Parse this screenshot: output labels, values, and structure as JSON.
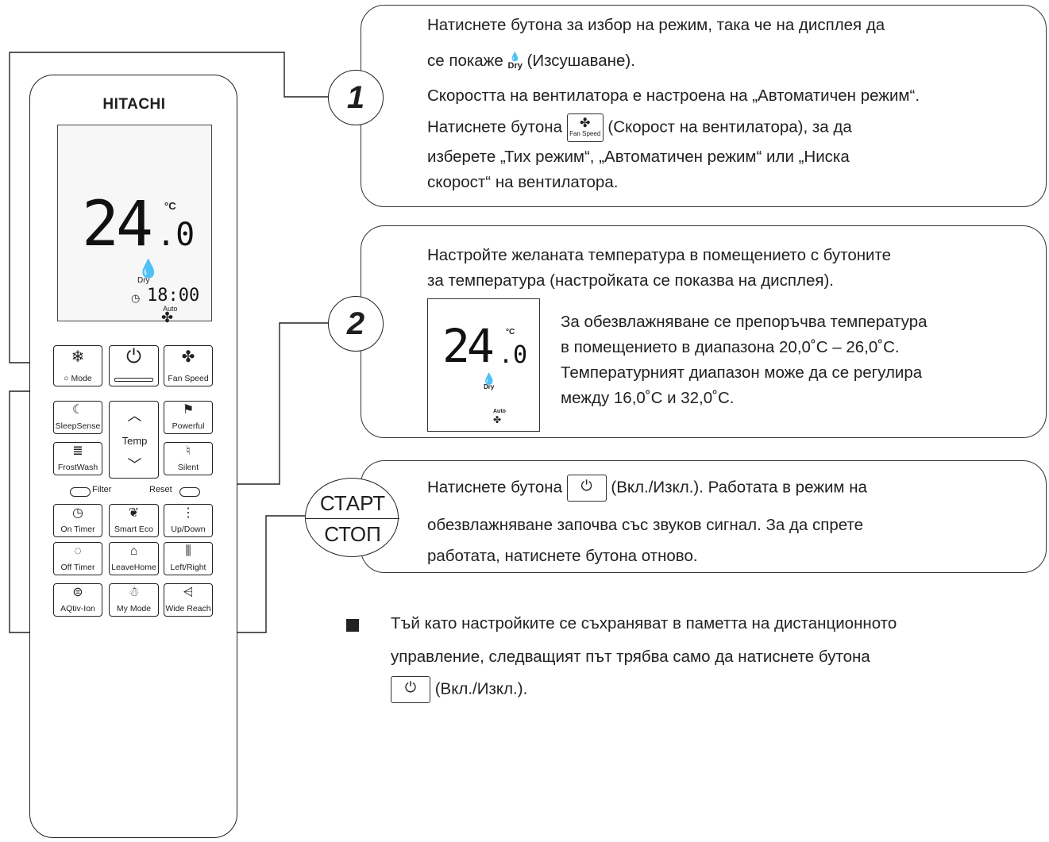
{
  "remote": {
    "brand": "HITACHI",
    "lcd": {
      "temp_main": "24",
      "temp_decimal": ".0",
      "unit": "°C",
      "mode_label": "Dry",
      "timer": "18:00",
      "fan_label": "Auto"
    },
    "buttons": {
      "mode": "Mode",
      "fan_speed": "Fan Speed",
      "sleepsense": "SleepSense",
      "temp": "Temp",
      "powerful": "Powerful",
      "frostwash": "FrostWash",
      "silent": "Silent",
      "filter": "Filter",
      "reset": "Reset",
      "on_timer": "On Timer",
      "smart_eco": "Smart Eco",
      "up_down": "Up/Down",
      "off_timer": "Off Timer",
      "leavehome": "LeaveHome",
      "left_right": "Left/Right",
      "aqtiv_ion": "AQtiv-Ion",
      "my_mode": "My Mode",
      "wide_reach": "Wide Reach"
    }
  },
  "step1": {
    "number": "1",
    "line1": "Натиснете бутона за избор на режим, така че на дисплея да",
    "line2a": "се покаже",
    "line2b": "(Изсушаване).",
    "dry_icon_label": "Dry",
    "line3": "Скоростта на вентилатора е настроена на „Автоматичен режим“.",
    "line4a": "Натиснете бутона",
    "fan_icon_label": "Fan Speed",
    "line4b": "(Скорост на вентилатора), за да",
    "line5": "изберете „Тих режим“, „Автоматичен режим“ или „Ниска",
    "line6": "скорост“ на вентилатора."
  },
  "step2": {
    "number": "2",
    "line1": "Настройте желаната температура в помещението с бутоните",
    "line2": "за температура (настройката се показва на дисплея).",
    "lcd": {
      "temp_main": "24",
      "temp_decimal": ".0",
      "unit": "°C",
      "mode_label": "Dry",
      "fan_label": "Auto"
    },
    "note1": "За обезвлажняване се препоръчва температура",
    "note2": "в помещението в диапазона 20,0˚C – 26,0˚C.",
    "note3": "Температурният диапазон може да се регулира",
    "note4": "между 16,0˚C и 32,0˚C."
  },
  "step3": {
    "start": "СТАРТ",
    "stop": "СТОП",
    "line1a": "Натиснете бутона",
    "line1b": "(Вкл./Изкл.). Работата в режим на",
    "line2": "обезвлажняване започва със звуков сигнал. За да спрете",
    "line3": "работата, натиснете бутона отново."
  },
  "note": {
    "line1": "Тъй като настройките се съхраняват в паметта на дистанционното",
    "line2": "управление, следващият път трябва само да натиснете бутона",
    "line3": "(Вкл./Изкл.)."
  }
}
